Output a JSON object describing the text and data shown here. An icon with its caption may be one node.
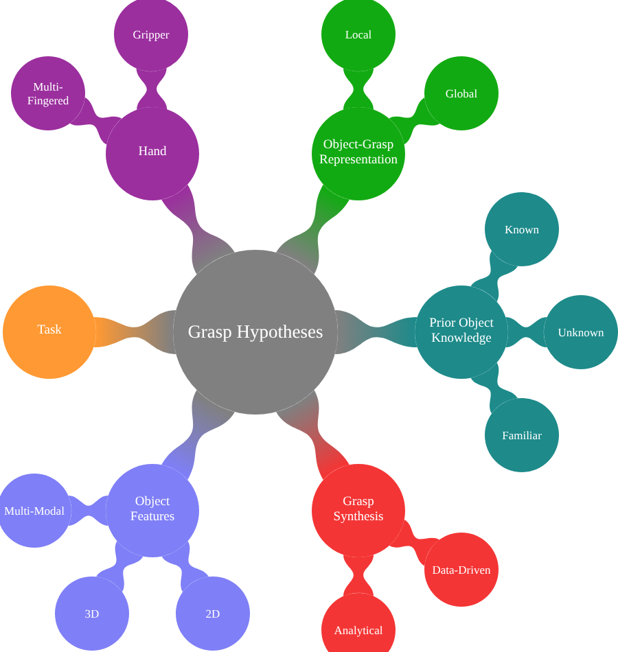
{
  "diagram": {
    "nodes": [
      {
        "text": [
          "Grasp Hypotheses"
        ]
      },
      {
        "text": [
          "Hand"
        ]
      },
      {
        "text": [
          "Gripper"
        ]
      },
      {
        "text": [
          "Multi-Fingered"
        ]
      },
      {
        "text": [
          "Object-Grasp Representation"
        ]
      },
      {
        "text": [
          "Local"
        ]
      },
      {
        "text": [
          "Global"
        ]
      },
      {
        "text": [
          "Prior Object Knowledge"
        ]
      },
      {
        "text": [
          "Known"
        ]
      },
      {
        "text": [
          "Unknown"
        ]
      },
      {
        "text": [
          "Familiar"
        ]
      },
      {
        "text": [
          "Grasp Synthesis"
        ]
      },
      {
        "text": [
          "Data-Driven"
        ]
      },
      {
        "text": [
          "Analytical"
        ]
      },
      {
        "text": [
          "Object Features"
        ]
      },
      {
        "text": [
          "Multi-Modal"
        ]
      },
      {
        "text": [
          "3D"
        ]
      },
      {
        "text": [
          "2D"
        ]
      },
      {
        "text": [
          "Task"
        ]
      }
    ],
    "edges": [
      {
        "from": 0,
        "to": 1,
        "arrow": "none"
      },
      {
        "from": 1,
        "to": 2,
        "arrow": "none"
      },
      {
        "from": 1,
        "to": 3,
        "arrow": "none"
      },
      {
        "from": 0,
        "to": 4,
        "arrow": "none"
      },
      {
        "from": 4,
        "to": 5,
        "arrow": "none"
      },
      {
        "from": 4,
        "to": 6,
        "arrow": "none"
      },
      {
        "from": 0,
        "to": 7,
        "arrow": "none"
      },
      {
        "from": 7,
        "to": 8,
        "arrow": "none"
      },
      {
        "from": 7,
        "to": 9,
        "arrow": "none"
      },
      {
        "from": 7,
        "to": 10,
        "arrow": "none"
      },
      {
        "from": 0,
        "to": 11,
        "arrow": "none"
      },
      {
        "from": 11,
        "to": 12,
        "arrow": "none"
      },
      {
        "from": 11,
        "to": 13,
        "arrow": "none"
      },
      {
        "from": 0,
        "to": 14,
        "arrow": "none"
      },
      {
        "from": 14,
        "to": 15,
        "arrow": "none"
      },
      {
        "from": 14,
        "to": 16,
        "arrow": "none"
      },
      {
        "from": 14,
        "to": 17,
        "arrow": "none"
      },
      {
        "from": 0,
        "to": 18,
        "arrow": "none"
      }
    ]
  }
}
